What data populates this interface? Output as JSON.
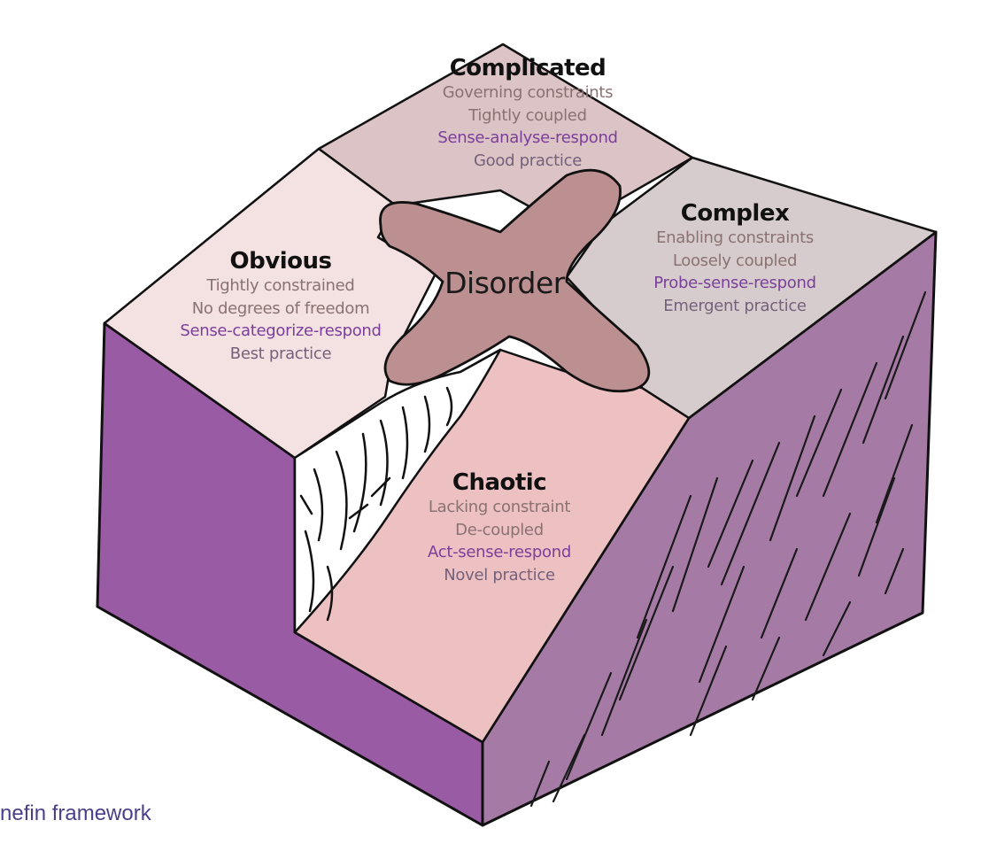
{
  "center": {
    "label": "Disorder"
  },
  "domains": {
    "complicated": {
      "title": "Complicated",
      "constraints": "Governing constraints",
      "coupling": "Tightly coupled",
      "method": "Sense-analyse-respond",
      "practice": "Good practice"
    },
    "complex": {
      "title": "Complex",
      "constraints": "Enabling constraints",
      "coupling": "Loosely coupled",
      "method": "Probe-sense-respond",
      "practice": "Emergent practice"
    },
    "obvious": {
      "title": "Obvious",
      "constraints": "Tightly constrained",
      "coupling": "No degrees of freedom",
      "method": "Sense-categorize-respond",
      "practice": "Best practice"
    },
    "chaotic": {
      "title": "Chaotic",
      "constraints": "Lacking constraint",
      "coupling": "De-coupled",
      "method": "Act-sense-respond",
      "practice": "Novel practice"
    }
  },
  "caption": "nefin framework",
  "colors": {
    "complicated_face": "#dcc3c5",
    "complex_face": "#d7cccd",
    "obvious_face": "#f4e1e2",
    "chaotic_face": "#edc0c2",
    "disorder_fill": "#bc8f91",
    "side_left": "#995ba4",
    "side_right": "#a57ba6",
    "caption_color": "#4b3f8c"
  }
}
